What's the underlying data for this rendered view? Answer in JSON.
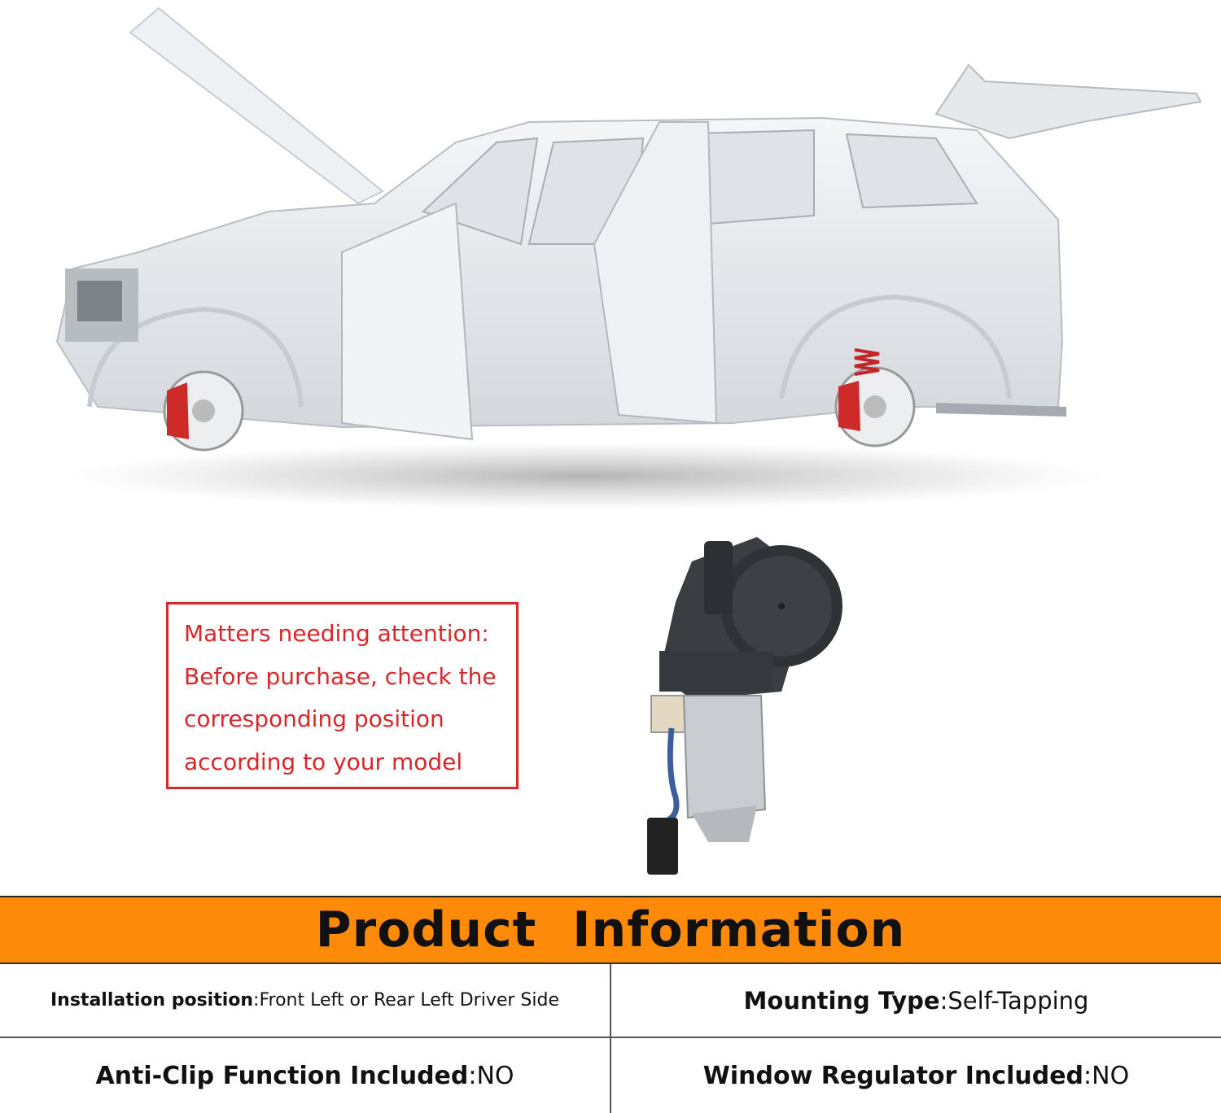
{
  "illustrations": {
    "car": "white-suv-body-in-white-illustration",
    "motor": "window-lift-motor-illustration"
  },
  "notice": {
    "lines": [
      "Matters needing attention:",
      "Before purchase, check the",
      "corresponding position",
      "according to your model"
    ],
    "color": "#d8262a"
  },
  "product_info": {
    "title": "Product  Information",
    "header_color": "#fd8a08",
    "rows": [
      [
        {
          "label": "Installation position",
          "value": " Front Left or Rear Left Driver Side"
        },
        {
          "label": "Mounting Type",
          "value": " Self-Tapping"
        }
      ],
      [
        {
          "label": "Anti-Clip Function Included",
          "value": " NO"
        },
        {
          "label": "Window Regulator Included",
          "value": " NO"
        }
      ]
    ]
  }
}
